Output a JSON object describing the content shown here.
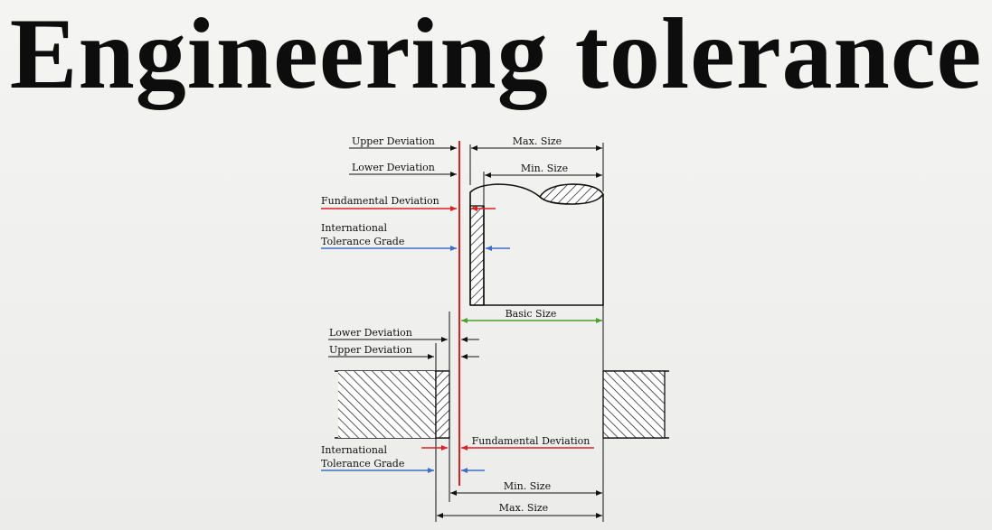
{
  "title": "Engineering tolerance",
  "colors": {
    "zero_line": "#e02020",
    "fundamental": "#e02020",
    "tolerance_grade": "#3a6fc8",
    "basic_size": "#4aa02a",
    "outline": "#111111"
  },
  "shaft": {
    "upper_deviation": "Upper Deviation",
    "lower_deviation": "Lower Deviation",
    "fundamental_deviation": "Fundamental Deviation",
    "tolerance_grade_line1": "International",
    "tolerance_grade_line2": "Tolerance Grade",
    "max_size": "Max. Size",
    "min_size": "Min. Size"
  },
  "basic_size": "Basic Size",
  "hole": {
    "lower_deviation": "Lower Deviation",
    "upper_deviation": "Upper Deviation",
    "fundamental_deviation": "Fundamental Deviation",
    "tolerance_grade_line1": "International",
    "tolerance_grade_line2": "Tolerance Grade",
    "min_size": "Min. Size",
    "max_size": "Max. Size"
  }
}
